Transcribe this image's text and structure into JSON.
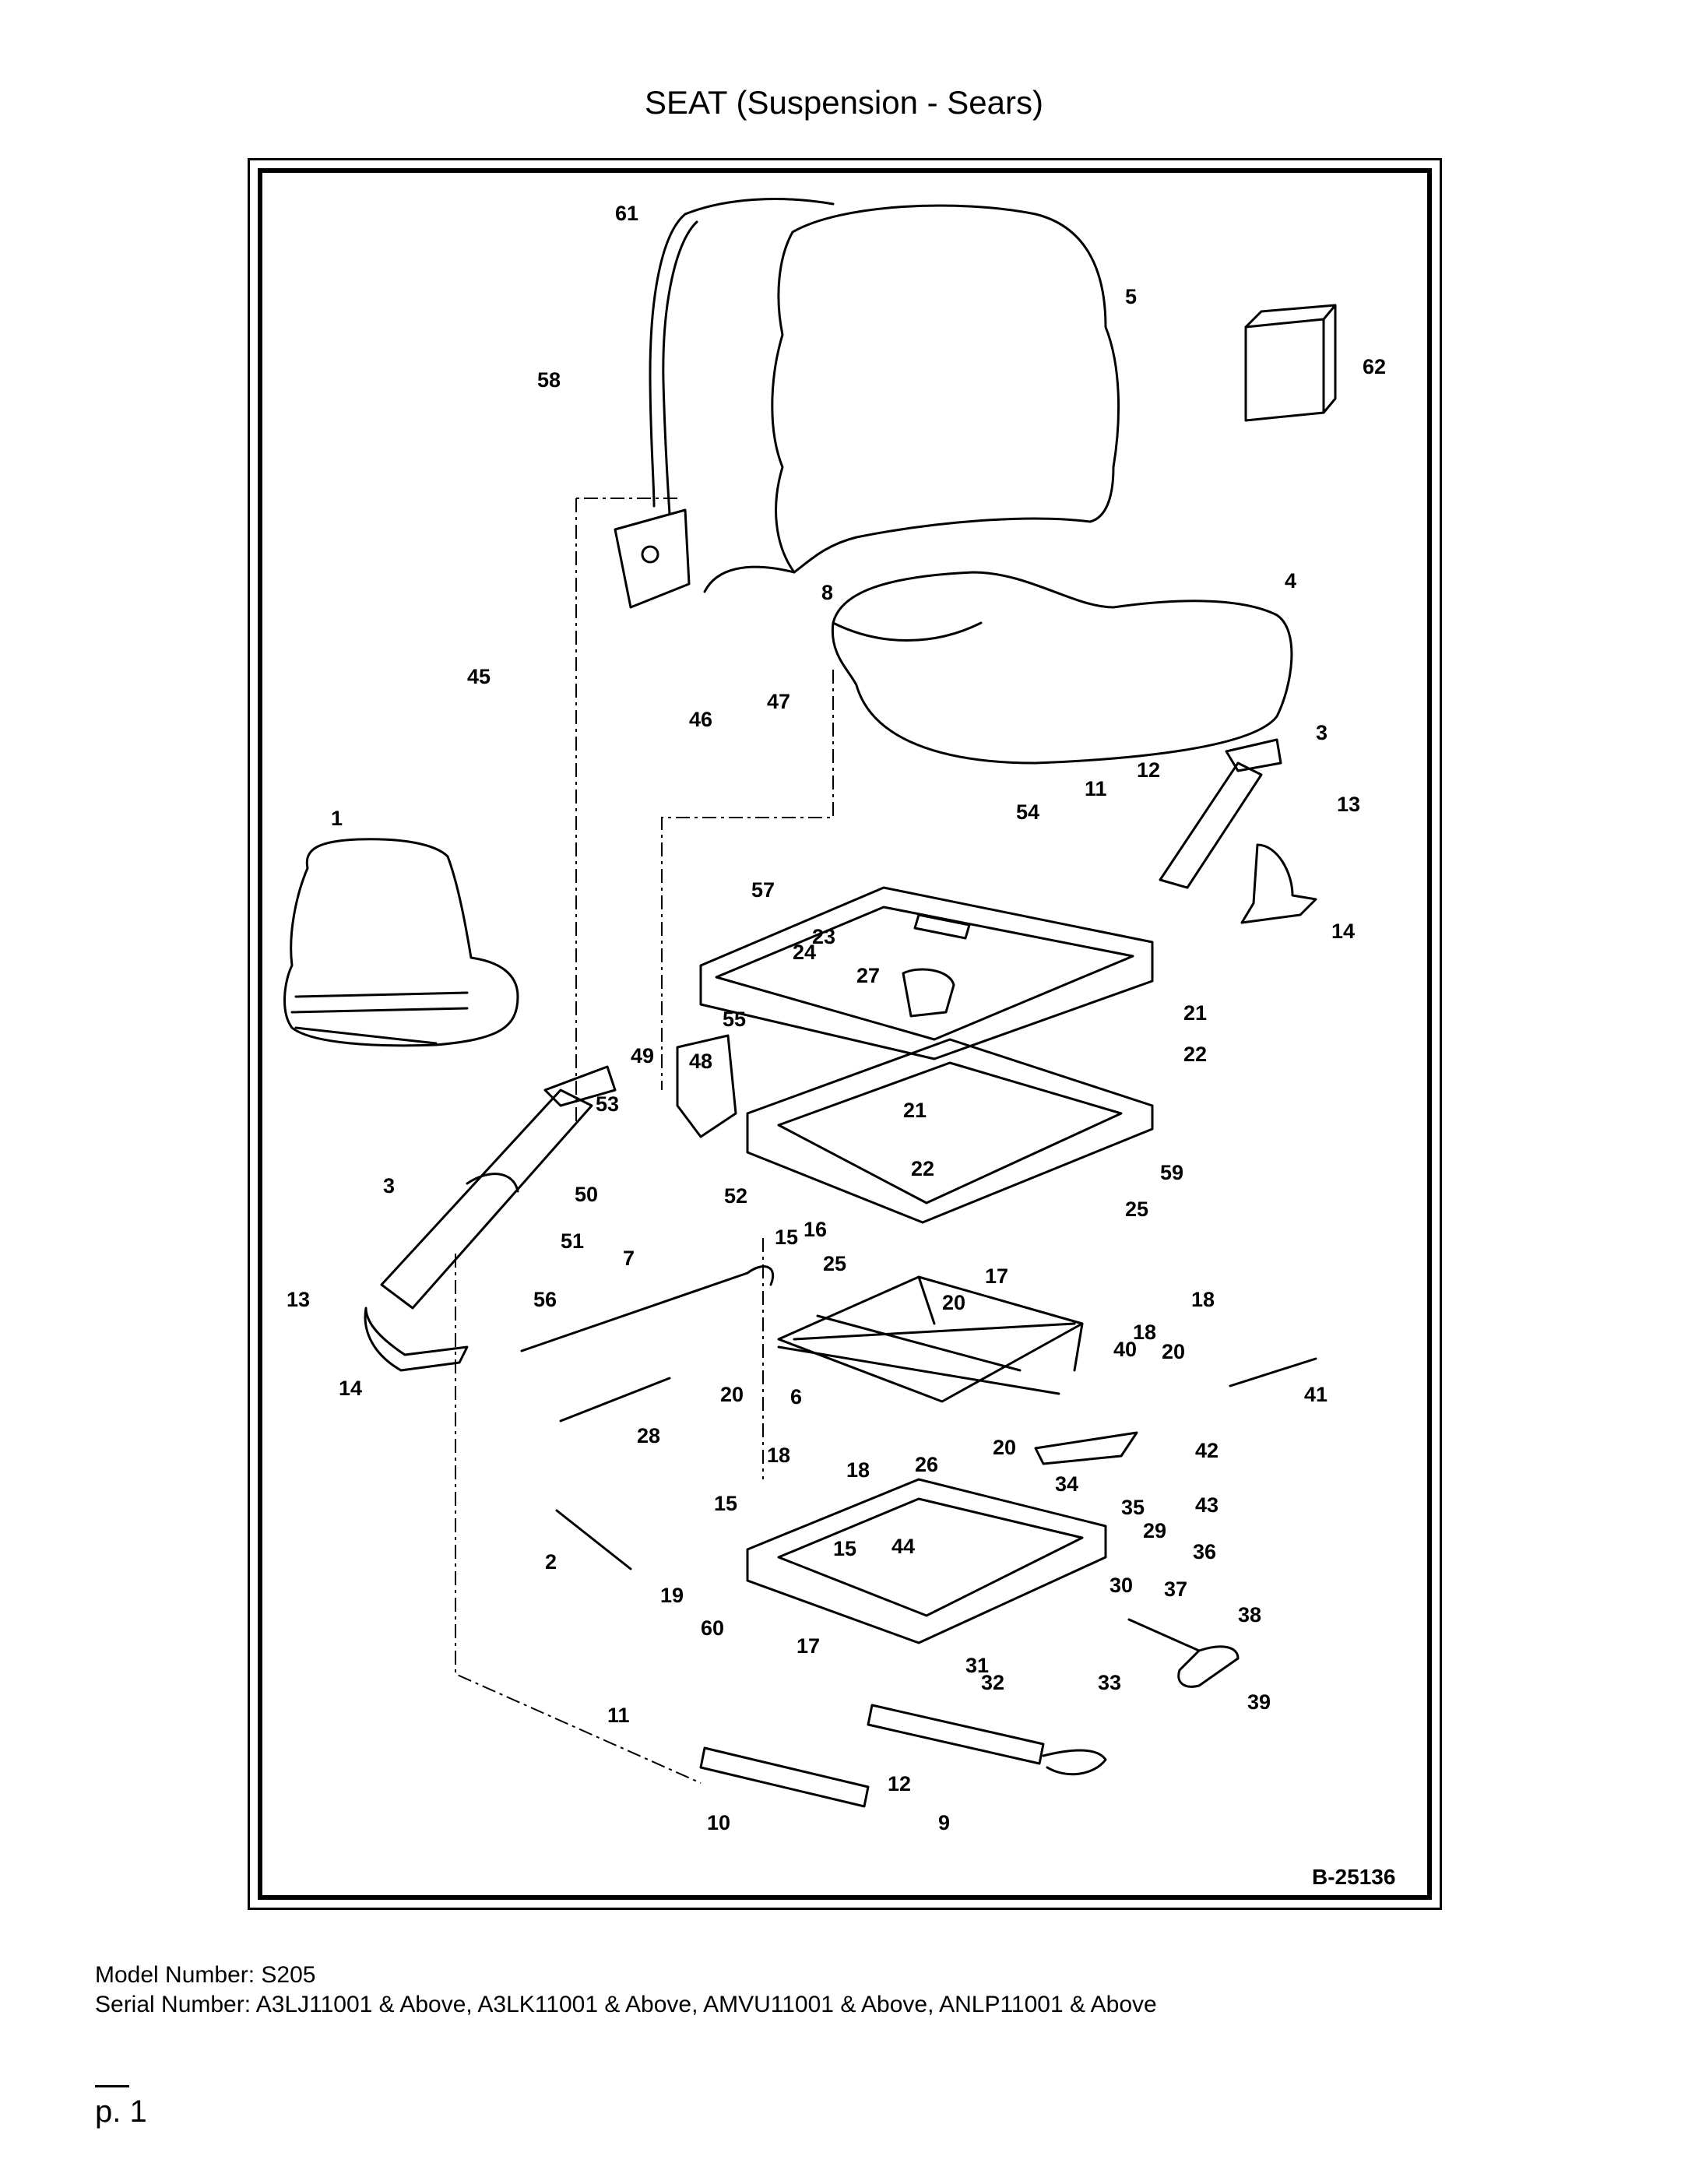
{
  "title": "SEAT (Suspension - Sears)",
  "drawing_code": "B-25136",
  "model_line": "Model Number: S205",
  "serial_line": "Serial Number: A3LJ11001 & Above, A3LK11001 & Above, AMVU11001 & Above, ANLP11001 & Above",
  "page_label": "p. 1",
  "callouts": {
    "c61": "61",
    "c5": "5",
    "c62": "62",
    "c58": "58",
    "c8": "8",
    "c4": "4",
    "c45": "45",
    "c46": "46",
    "c47": "47",
    "c3a": "3",
    "c12a": "12",
    "c11a": "11",
    "c54": "54",
    "c13a": "13",
    "c1": "1",
    "c57": "57",
    "c14a": "14",
    "c23": "23",
    "c24": "24",
    "c27": "27",
    "c21a": "21",
    "c55": "55",
    "c22a": "22",
    "c49": "49",
    "c48": "48",
    "c21b": "21",
    "c53": "53",
    "c22b": "22",
    "c59": "59",
    "c3b": "3",
    "c50": "50",
    "c52": "52",
    "c25a": "25",
    "c51": "51",
    "c7": "7",
    "c15a": "15",
    "c16": "16",
    "c25b": "25",
    "c17a": "17",
    "c13b": "13",
    "c56": "56",
    "c20a": "20",
    "c18a": "18",
    "c14b": "14",
    "c18b": "18",
    "c40": "40",
    "c20b": "20",
    "c20c": "20",
    "c41": "41",
    "c6": "6",
    "c28": "28",
    "c18c": "18",
    "c42": "42",
    "c20d": "20",
    "c18d": "18",
    "c26": "26",
    "c34": "34",
    "c43": "43",
    "c2": "2",
    "c15b": "15",
    "c35": "35",
    "c29": "29",
    "c15c": "15",
    "c44": "44",
    "c36": "36",
    "c19": "19",
    "c30": "30",
    "c37": "37",
    "c60": "60",
    "c38": "38",
    "c17b": "17",
    "c31": "31",
    "c32": "32",
    "c33": "33",
    "c39": "39",
    "c11b": "11",
    "c12b": "12",
    "c10": "10",
    "c9": "9"
  }
}
